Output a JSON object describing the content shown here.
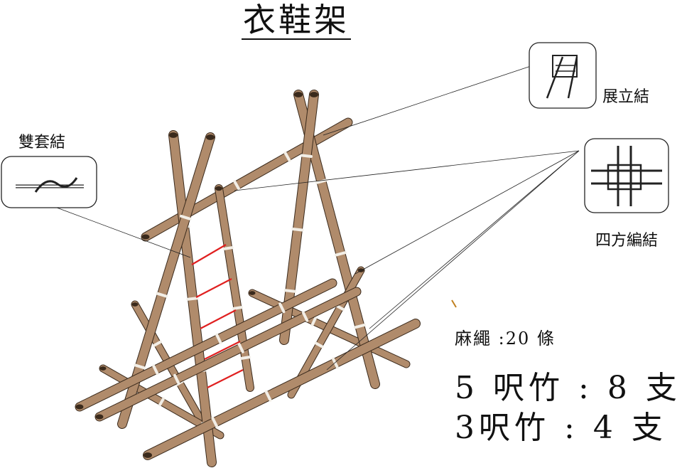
{
  "title": "衣鞋架",
  "knots": {
    "shuang_tao": "雙套結",
    "zhan_li": "展立結",
    "si_fang_bian": "四方編結"
  },
  "materials": {
    "rope": {
      "name": "麻繩",
      "sep": ":",
      "qty": "20",
      "unit": "條"
    },
    "bamboo_5": {
      "length": "5",
      "name": "呎竹",
      "sep": ":",
      "qty": "8",
      "unit": "支"
    },
    "bamboo_3": {
      "length": "3",
      "name": "呎竹",
      "sep": ":",
      "qty": "4",
      "unit": "支"
    }
  },
  "colors": {
    "bamboo": "#b08b6b",
    "bamboo_edge": "#3a2a1c",
    "node": "#f2eee6",
    "rope": "#e02020",
    "leader": "#222222"
  }
}
